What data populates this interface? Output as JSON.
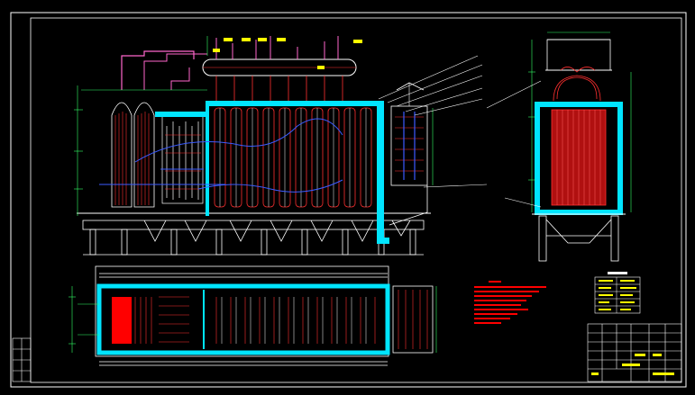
{
  "drawing": {
    "kind": "boiler general arrangement CAD drawing",
    "background": "#000000",
    "colors": {
      "frame": "#ffffff",
      "steel": "#ffffff",
      "tubes": "#ff3030",
      "casing": "#00e5ff",
      "flow": "#3b5bff",
      "dims": "#33ff66",
      "piping": "#ff66cc",
      "labels": "#ffff00",
      "highlight": "#ff0000"
    },
    "icons": [
      "leader-arrow",
      "dimension-tick",
      "title-block-grid"
    ]
  }
}
